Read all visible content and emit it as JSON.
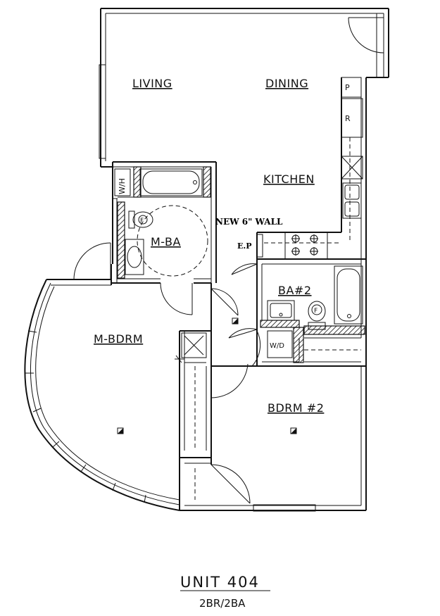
{
  "rooms": {
    "living": "LIVING",
    "dining": "DINING",
    "kitchen": "KITCHEN",
    "master_bath": "M-BA",
    "bath2": "BA#2",
    "master_bedroom": "M-BDRM",
    "bedroom2": "BDRM #2"
  },
  "fixtures": {
    "wh": "W/H",
    "wd": "W/D",
    "pantry": "P",
    "refrigerator": "R",
    "toilet": "F",
    "ep": "E.P"
  },
  "notes": {
    "new_wall": "NEW 6\" WALL"
  },
  "unit": {
    "title": "UNIT 404",
    "subtitle": "2BR/2BA"
  }
}
